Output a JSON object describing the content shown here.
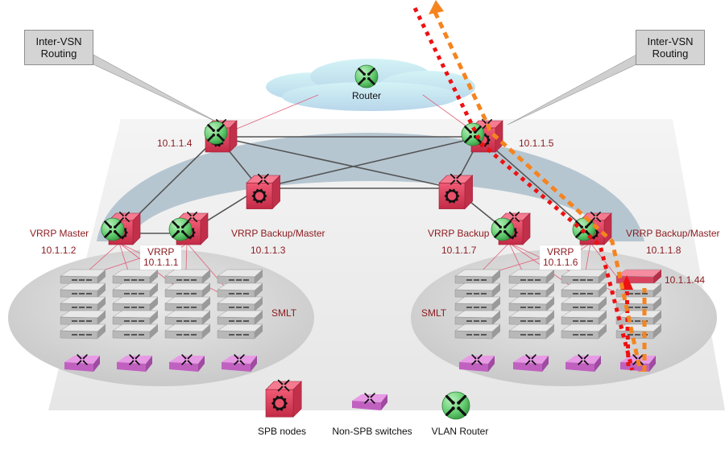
{
  "diagram": {
    "callouts": [
      {
        "id": "left",
        "line1": "Inter-VSN",
        "line2": "Routing"
      },
      {
        "id": "right",
        "line1": "Inter-VSN",
        "line2": "Routing"
      }
    ],
    "cloud_router_label": "Router",
    "core_nodes": [
      {
        "id": "core-left-top",
        "ip": "10.1.1.4",
        "vlan_router": true
      },
      {
        "id": "core-right-top",
        "ip": "10.1.1.5",
        "vlan_router": true
      },
      {
        "id": "core-mid-left",
        "ip": "",
        "vlan_router": false
      },
      {
        "id": "core-mid-right",
        "ip": "",
        "vlan_router": false
      }
    ],
    "edge_nodes": [
      {
        "role": "VRRP Master",
        "ip": "10.1.1.2"
      },
      {
        "role": "VRRP Backup/Master",
        "ip": "10.1.1.3"
      },
      {
        "role": "VRRP Backup",
        "ip": "10.1.1.7"
      },
      {
        "role": "VRRP Backup/Master",
        "ip": "10.1.1.8"
      }
    ],
    "vrrp_groups": [
      {
        "title": "VRRP",
        "ip": "10.1.1.1"
      },
      {
        "title": "VRRP",
        "ip": "10.1.1.6"
      }
    ],
    "smlt_labels": [
      "SMLT",
      "SMLT"
    ],
    "highlighted_switch_ip": "10.1.1.44",
    "traffic_flows": [
      {
        "name": "red-flow",
        "color": "#ee1111",
        "style": "dotted"
      },
      {
        "name": "orange-flow",
        "color": "#f5841f",
        "style": "dashed"
      }
    ],
    "legend": [
      {
        "icon": "spb-node-icon",
        "label": "SPB nodes"
      },
      {
        "icon": "non-spb-switch-icon",
        "label": "Non-SPB switches"
      },
      {
        "icon": "vlan-router-icon",
        "label": "VLAN Router"
      }
    ],
    "colors": {
      "spb_node": "#e8506a",
      "non_spb_switch": "#d870d0",
      "vlan_router": "#6fd47a",
      "label_text": "#8b1a1f",
      "core_ring": "#b0c0cc",
      "cloud": "#c8eaf2",
      "link": "#555555",
      "access_link": "#e0607a"
    }
  }
}
